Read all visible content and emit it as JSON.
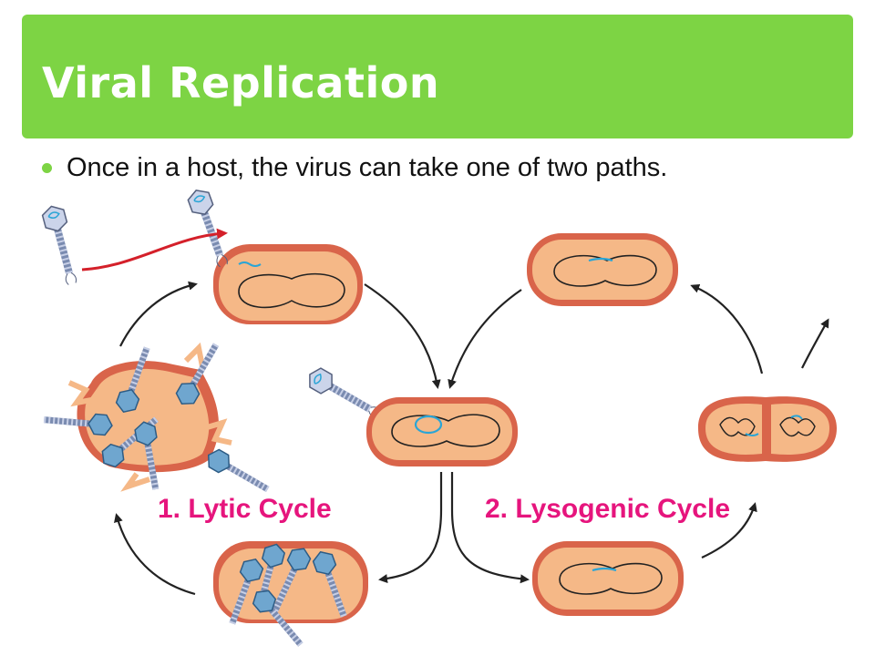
{
  "slide": {
    "title": "Viral Replication",
    "bullet": "Once in a host, the virus can take one of two paths."
  },
  "diagram": {
    "lytic_label": "1. Lytic Cycle",
    "lysogenic_label": "2. Lysogenic Cycle"
  },
  "colors": {
    "title_bar": "#7dd444",
    "cycle_label": "#e6157d",
    "cell_wall": "#d9644a",
    "cell_fill": "#f5b887",
    "arrow_red": "#d4202a",
    "viral_dna": "#2aa5d6"
  }
}
